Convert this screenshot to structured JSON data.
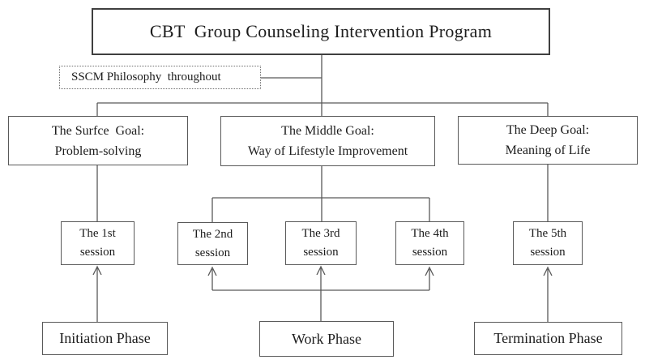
{
  "diagram": {
    "title": "CBT  Group Counseling Intervention Program",
    "philosophy_note": "SSCM Philosophy  throughout",
    "goals": [
      {
        "line1": "The Surfce  Goal:",
        "line2": "Problem-solving"
      },
      {
        "line1": "The Middle Goal:",
        "line2": "Way of Lifestyle Improvement"
      },
      {
        "line1": "The Deep Goal:",
        "line2": "Meaning of Life"
      }
    ],
    "sessions": [
      {
        "line1": "The 1st",
        "line2": "session"
      },
      {
        "line1": "The 2nd",
        "line2": "session"
      },
      {
        "line1": "The 3rd",
        "line2": "session"
      },
      {
        "line1": "The 4th",
        "line2": "session"
      },
      {
        "line1": "The 5th",
        "line2": "session"
      }
    ],
    "phases": [
      {
        "label": "Initiation Phase"
      },
      {
        "label": "Work Phase"
      },
      {
        "label": "Termination Phase"
      }
    ],
    "colors": {
      "line": "#595959",
      "box_border": "#595959",
      "title_border": "#3f3f3f",
      "text": "#1c1c1c",
      "background": "#ffffff"
    }
  }
}
